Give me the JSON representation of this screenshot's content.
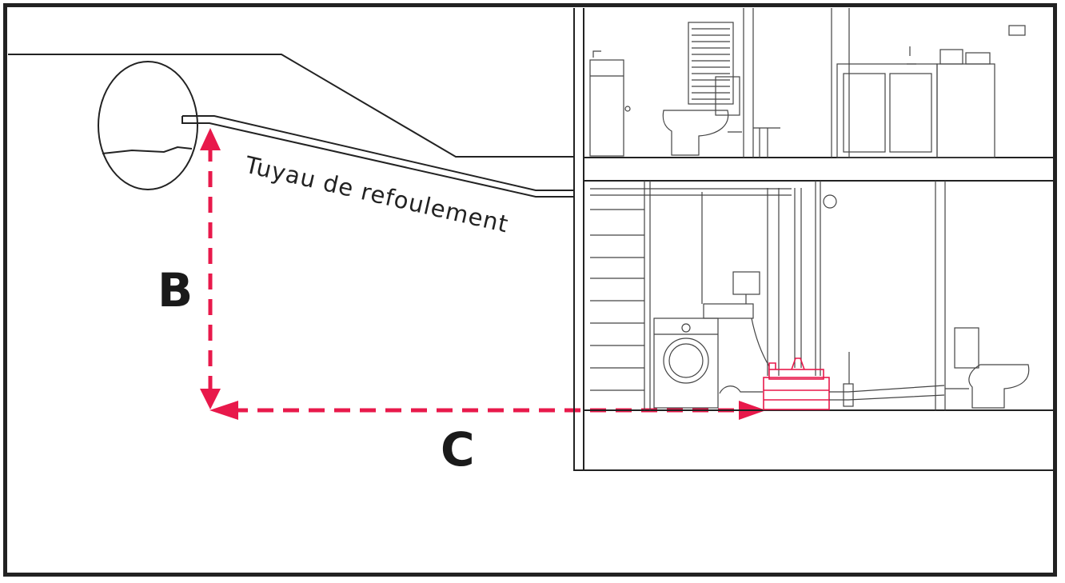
{
  "labels": {
    "pipe": "Tuyau de refoulement",
    "vertical": "B",
    "horizontal": "C"
  },
  "colors": {
    "accent": "#e8194b",
    "line": "#222222"
  },
  "icons": [
    "washbasin-icon",
    "towel-radiator-icon",
    "toilet-icon",
    "kitchen-cabinet-icon",
    "pan-icon",
    "washing-machine-icon",
    "lifting-pump-icon",
    "control-box-icon",
    "stairs-icon"
  ]
}
